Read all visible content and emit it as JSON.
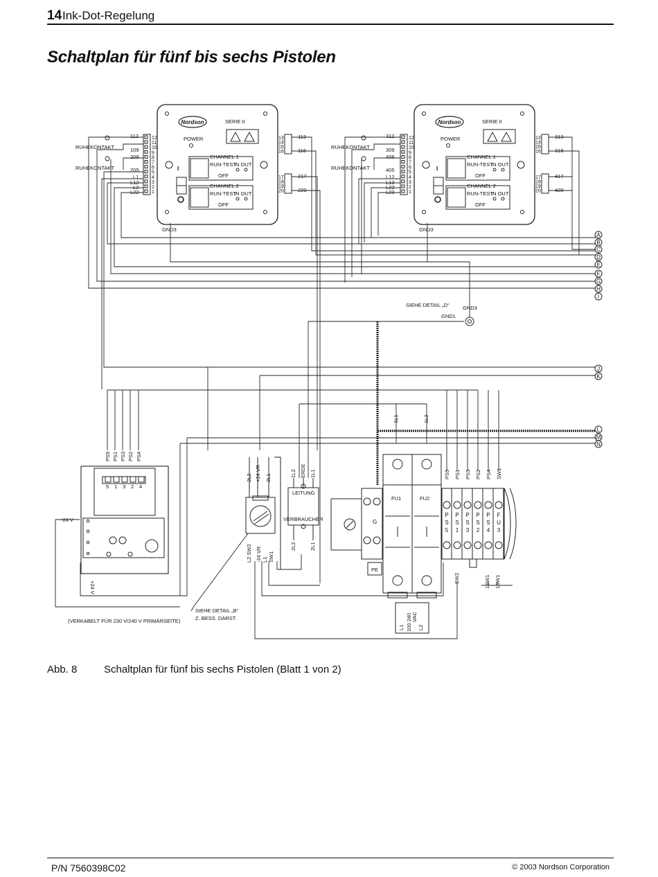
{
  "header": {
    "page_number": "14",
    "section_title": "Ink-Dot-Regelung"
  },
  "title": "Schaltplan für fünf bis sechs Pistolen",
  "caption": {
    "label": "Abb. 8",
    "text": "Schaltplan für fünf bis sechs Pistolen (Blatt 1 von 2)"
  },
  "footer": {
    "part_number": "P/N 7560398C02",
    "copyright": "© 2003 Nordson Corporation"
  },
  "controllers": [
    {
      "brand": "Nordson",
      "series": "SERIE II",
      "power": "POWER",
      "channel1": "CHANNEL 1",
      "channel2": "CHANNEL 2",
      "run_test": "RUN-TEST",
      "in_out": "IN OUT",
      "off": "OFF",
      "on_symbol": "I",
      "off_symbol": "O",
      "gnd": "GND3",
      "ruhekontakt": "RUHEKONTAKT",
      "left_pins": [
        "12",
        "11",
        "10",
        "9",
        "8",
        "7",
        "6",
        "5",
        "4",
        "3",
        "2",
        "1"
      ],
      "left_wires": [
        "112",
        "109",
        "208",
        "205",
        "L1",
        "L12",
        "L2",
        "L22"
      ],
      "right_pins_top": [
        "13",
        "14",
        "15",
        "16"
      ],
      "right_pins_bottom": [
        "17",
        "18",
        "19",
        "20"
      ],
      "right_wires": [
        "113",
        "116",
        "217",
        "220"
      ]
    },
    {
      "brand": "Nordson",
      "series": "SERIE II",
      "power": "POWER",
      "channel1": "CHANNEL 1",
      "channel2": "CHANNEL 2",
      "run_test": "RUN-TEST",
      "in_out": "IN OUT",
      "off": "OFF",
      "on_symbol": "I",
      "off_symbol": "O",
      "gnd": "GND3",
      "ruhekontakt": "RUHEKONTAKT",
      "left_pins": [
        "12",
        "11",
        "10",
        "9",
        "8",
        "7",
        "6",
        "5",
        "4",
        "3",
        "2",
        "1"
      ],
      "left_wires": [
        "312",
        "309",
        "408",
        "405",
        "L12",
        "L13",
        "L22",
        "L23"
      ],
      "right_pins_top": [
        "13",
        "14",
        "15",
        "16"
      ],
      "right_pins_bottom": [
        "17",
        "18",
        "19",
        "20"
      ],
      "right_wires": [
        "313",
        "316",
        "417",
        "420"
      ]
    }
  ],
  "bus_labels": [
    "A",
    "B",
    "C",
    "D",
    "E",
    "F",
    "G",
    "H",
    "I",
    "J",
    "K",
    "L",
    "M",
    "N"
  ],
  "ground": {
    "detail": "SIEHE DETAIL „D“",
    "gnd3": "GND3",
    "gnd1": "GND1"
  },
  "power_supply": {
    "ps_wires": [
      "PS5",
      "PS1",
      "PS3",
      "PS2",
      "PS4"
    ],
    "pins": [
      "5",
      "1",
      "3",
      "2",
      "4"
    ],
    "minus24": "-24 V",
    "plus24": "+24 V",
    "note": "(VERKABELT FÜR 230 V/240 V PRIMÄRSEITE)"
  },
  "switch": {
    "top_wires": [
      "2L2",
      "+24 VR",
      "2L1"
    ],
    "bottom_wires": [
      "L2 SW2",
      "-24 VR",
      "L1",
      "SW1"
    ],
    "detail_line1": "SIEHE DETAIL „B“",
    "detail_line2": "Z. BESS. DARST."
  },
  "filter": {
    "top_wires": [
      "1L2",
      "ERDE",
      "1L1"
    ],
    "label_top": "LEITUNG",
    "label_bottom": "VERBRAUCHER",
    "bottom_wires": [
      "2L2",
      "2L1"
    ]
  },
  "terminals": {
    "fuse_wires": [
      "1L1",
      "1L2"
    ],
    "fuses": [
      "FU1",
      "FU2"
    ],
    "ground_label": "G",
    "pe_label": "PE",
    "top_wires": [
      "PS5",
      "PS1",
      "PS3",
      "PS2",
      "PS4",
      "SW1"
    ],
    "terminal_letters": [
      [
        "P",
        "S",
        "5"
      ],
      [
        "P",
        "S",
        "1"
      ],
      [
        "P",
        "S",
        "3"
      ],
      [
        "P",
        "S",
        "2"
      ],
      [
        "P",
        "S",
        "4"
      ],
      [
        "F",
        "U",
        "3"
      ]
    ],
    "bottom_wires": [
      "SW2",
      "1SW1",
      "1SW1"
    ],
    "supply": [
      "L1",
      "100 240",
      "VAC",
      "L2"
    ]
  }
}
